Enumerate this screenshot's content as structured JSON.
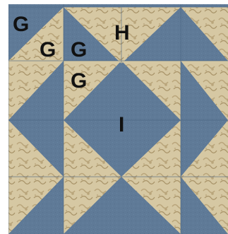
{
  "image": {
    "subject": "quilt block",
    "colors": {
      "blue": "#5f7a97",
      "blue_dark": "#4d6886",
      "beige": "#d6c8a3",
      "beige_dark": "#b9a57b",
      "background": "#ffffff"
    }
  },
  "labels": {
    "g1": "G",
    "g2": "G",
    "g3": "G",
    "g4": "G",
    "h": "H",
    "i": "I"
  }
}
